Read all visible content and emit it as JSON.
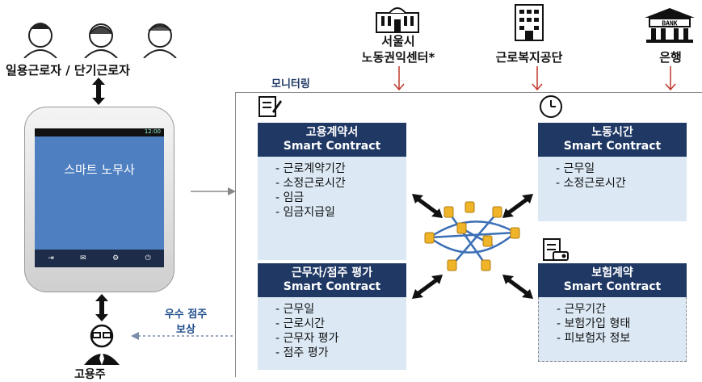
{
  "workers_label": "일용근로자 / 단기근로자",
  "employer_label": "고용주",
  "phone": {
    "app_title": "스마트 노무사",
    "status_time": "12:00"
  },
  "monitoring_label": "모니터링",
  "reward_label_line1": "우수 점주",
  "reward_label_line2": "보상",
  "institutions": [
    {
      "name_line1": "서울시",
      "name_line2": "노동권익센터*",
      "icon": "government-building-icon"
    },
    {
      "name_line1": "근로복지공단",
      "name_line2": "",
      "icon": "office-building-icon"
    },
    {
      "name_line1": "은행",
      "name_line2": "",
      "icon": "bank-icon",
      "sign": "BANK"
    }
  ],
  "contracts": [
    {
      "title": "고용계약서",
      "subtitle": "Smart Contract",
      "icon": "document-icon",
      "items": [
        "근로계약기간",
        "소정근로시간",
        "임금",
        "임금지급일"
      ]
    },
    {
      "title": "노동시간",
      "subtitle": "Smart Contract",
      "icon": "clock-icon",
      "items": [
        "근무일",
        "소정근로시간"
      ]
    },
    {
      "title": "근무자/점주 평가",
      "subtitle": "Smart Contract",
      "icon": "evaluation-icon",
      "items": [
        "근무일",
        "근로시간",
        "근무자 평가",
        "점주 평가"
      ]
    },
    {
      "title": "보험계약",
      "subtitle": "Smart Contract",
      "icon": "insurance-document-icon",
      "items": [
        "근무기간",
        "보험가입 형태",
        "피보험자 정보"
      ]
    }
  ],
  "colors": {
    "header": "#1f3864",
    "card_body": "#dce9f5",
    "red_arrow": "#c0392b",
    "network": "#3b6fb6",
    "node": "#f0b429"
  }
}
